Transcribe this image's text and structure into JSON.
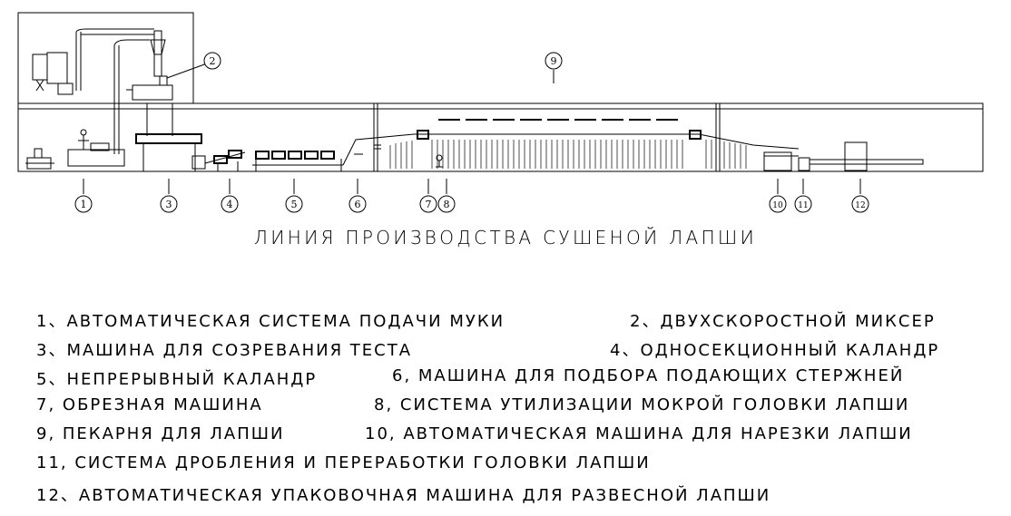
{
  "title": "ЛИНИЯ ПРОИЗВОДСТВА СУШЕНОЙ ЛАПШИ",
  "markers": [
    "1",
    "2",
    "3",
    "4",
    "5",
    "6",
    "7",
    "8",
    "9",
    "10",
    "11",
    "12"
  ],
  "legend": [
    "1、АВТОМАТИЧЕСКАЯ СИСТЕМА ПОДАЧИ МУКИ",
    "2、ДВУХСКОРОСТНОЙ МИКСЕР",
    "3、МАШИНА ДЛЯ СОЗРЕВАНИЯ ТЕСТА",
    "4、ОДНОСЕКЦИОННЫЙ КАЛАНДР",
    "5、НЕПРЕРЫВНЫЙ КАЛАНДР",
    "6, МАШИНА ДЛЯ ПОДБОРА ПОДАЮЩИХ СТЕРЖНЕЙ",
    "7, ОБРЕЗНАЯ МАШИНА",
    "8, СИСТЕМА УТИЛИЗАЦИИ МОКРОЙ ГОЛОВКИ ЛАПШИ",
    "9, ПЕКАРНЯ ДЛЯ ЛАПШИ",
    "10, АВТОМАТИЧЕСКАЯ МАШИНА ДЛЯ НАРЕЗКИ ЛАПШИ",
    "11, СИСТЕМА ДРОБЛЕНИЯ И ПЕРЕРАБОТКИ ГОЛОВКИ ЛАПШИ",
    "12、АВТОМАТИЧЕСКАЯ УПАКОВОЧНАЯ МАШИНА ДЛЯ РАЗВЕСНОЙ ЛАПШИ"
  ]
}
